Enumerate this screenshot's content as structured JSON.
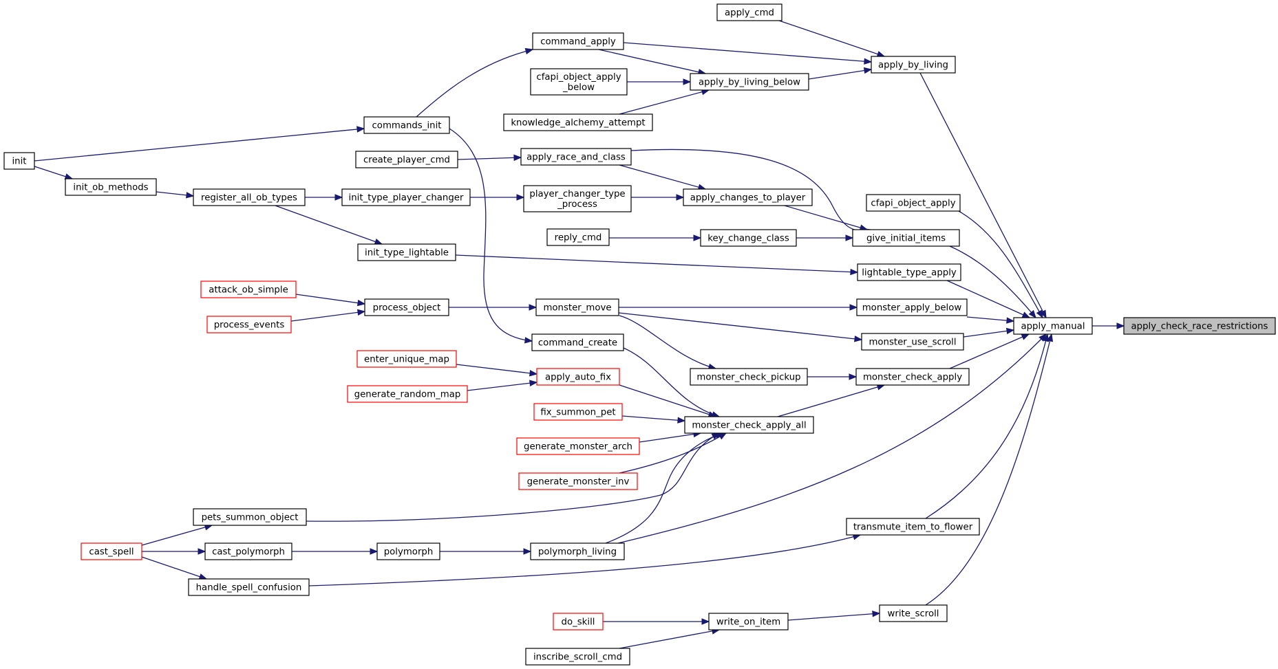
{
  "colors": {
    "edge": "#191970",
    "node_border": "#000000",
    "truncated_border": "#ff0000",
    "focus_fill": "#bfbfbf",
    "background": "#ffffff"
  },
  "nodes": [
    {
      "id": "apply_check_race_restrictions",
      "label": [
        "apply_check_race_restrictions"
      ]
    },
    {
      "id": "apply_manual",
      "label": [
        "apply_manual"
      ]
    },
    {
      "id": "apply_by_living",
      "label": [
        "apply_by_living"
      ]
    },
    {
      "id": "cfapi_object_apply",
      "label": [
        "cfapi_object_apply"
      ]
    },
    {
      "id": "give_initial_items",
      "label": [
        "give_initial_items"
      ]
    },
    {
      "id": "lightable_type_apply",
      "label": [
        "lightable_type_apply"
      ]
    },
    {
      "id": "monster_apply_below",
      "label": [
        "monster_apply_below"
      ]
    },
    {
      "id": "monster_use_scroll",
      "label": [
        "monster_use_scroll"
      ]
    },
    {
      "id": "monster_check_apply",
      "label": [
        "monster_check_apply"
      ]
    },
    {
      "id": "transmute_item_to_flower",
      "label": [
        "transmute_item_to_flower"
      ]
    },
    {
      "id": "write_scroll",
      "label": [
        "write_scroll"
      ]
    },
    {
      "id": "apply_cmd",
      "label": [
        "apply_cmd"
      ]
    },
    {
      "id": "command_apply",
      "label": [
        "command_apply"
      ]
    },
    {
      "id": "apply_by_living_below",
      "label": [
        "apply_by_living_below"
      ]
    },
    {
      "id": "cfapi_object_apply_below",
      "label": [
        "cfapi_object_apply",
        "_below"
      ]
    },
    {
      "id": "knowledge_alchemy_attempt",
      "label": [
        "knowledge_alchemy_attempt"
      ]
    },
    {
      "id": "commands_init",
      "label": [
        "commands_init"
      ]
    },
    {
      "id": "init",
      "label": [
        "init"
      ]
    },
    {
      "id": "create_player_cmd",
      "label": [
        "create_player_cmd"
      ]
    },
    {
      "id": "apply_race_and_class",
      "label": [
        "apply_race_and_class"
      ]
    },
    {
      "id": "init_ob_methods",
      "label": [
        "init_ob_methods"
      ]
    },
    {
      "id": "register_all_ob_types",
      "label": [
        "register_all_ob_types"
      ]
    },
    {
      "id": "init_type_player_changer",
      "label": [
        "init_type_player_changer"
      ]
    },
    {
      "id": "player_changer_type_process",
      "label": [
        "player_changer_type",
        "_process"
      ]
    },
    {
      "id": "apply_changes_to_player",
      "label": [
        "apply_changes_to_player"
      ]
    },
    {
      "id": "reply_cmd",
      "label": [
        "reply_cmd"
      ]
    },
    {
      "id": "key_change_class",
      "label": [
        "key_change_class"
      ]
    },
    {
      "id": "init_type_lightable",
      "label": [
        "init_type_lightable"
      ]
    },
    {
      "id": "attack_ob_simple",
      "label": [
        "attack_ob_simple"
      ],
      "truncated": true
    },
    {
      "id": "process_events",
      "label": [
        "process_events"
      ],
      "truncated": true
    },
    {
      "id": "process_object",
      "label": [
        "process_object"
      ]
    },
    {
      "id": "monster_move",
      "label": [
        "monster_move"
      ]
    },
    {
      "id": "command_create",
      "label": [
        "command_create"
      ]
    },
    {
      "id": "enter_unique_map",
      "label": [
        "enter_unique_map"
      ],
      "truncated": true
    },
    {
      "id": "generate_random_map",
      "label": [
        "generate_random_map"
      ],
      "truncated": true
    },
    {
      "id": "apply_auto_fix",
      "label": [
        "apply_auto_fix"
      ],
      "truncated": true
    },
    {
      "id": "monster_check_pickup",
      "label": [
        "monster_check_pickup"
      ]
    },
    {
      "id": "fix_summon_pet",
      "label": [
        "fix_summon_pet"
      ],
      "truncated": true
    },
    {
      "id": "monster_check_apply_all",
      "label": [
        "monster_check_apply_all"
      ]
    },
    {
      "id": "generate_monster_arch",
      "label": [
        "generate_monster_arch"
      ],
      "truncated": true
    },
    {
      "id": "generate_monster_inv",
      "label": [
        "generate_monster_inv"
      ],
      "truncated": true
    },
    {
      "id": "pets_summon_object",
      "label": [
        "pets_summon_object"
      ]
    },
    {
      "id": "cast_spell",
      "label": [
        "cast_spell"
      ],
      "truncated": true
    },
    {
      "id": "cast_polymorph",
      "label": [
        "cast_polymorph"
      ]
    },
    {
      "id": "polymorph",
      "label": [
        "polymorph"
      ]
    },
    {
      "id": "polymorph_living",
      "label": [
        "polymorph_living"
      ]
    },
    {
      "id": "handle_spell_confusion",
      "label": [
        "handle_spell_confusion"
      ]
    },
    {
      "id": "do_skill",
      "label": [
        "do_skill"
      ],
      "truncated": true
    },
    {
      "id": "write_on_item",
      "label": [
        "write_on_item"
      ]
    },
    {
      "id": "inscribe_scroll_cmd",
      "label": [
        "inscribe_scroll_cmd"
      ]
    }
  ],
  "edges": [
    {
      "from": "apply_manual",
      "to": "apply_check_race_restrictions"
    },
    {
      "from": "apply_by_living",
      "to": "apply_manual"
    },
    {
      "from": "cfapi_object_apply",
      "to": "apply_manual"
    },
    {
      "from": "give_initial_items",
      "to": "apply_manual"
    },
    {
      "from": "lightable_type_apply",
      "to": "apply_manual"
    },
    {
      "from": "monster_apply_below",
      "to": "apply_manual"
    },
    {
      "from": "monster_use_scroll",
      "to": "apply_manual"
    },
    {
      "from": "monster_check_apply",
      "to": "apply_manual"
    },
    {
      "from": "polymorph_living",
      "to": "apply_manual"
    },
    {
      "from": "transmute_item_to_flower",
      "to": "apply_manual"
    },
    {
      "from": "write_scroll",
      "to": "apply_manual"
    },
    {
      "from": "apply_cmd",
      "to": "apply_by_living"
    },
    {
      "from": "command_apply",
      "to": "apply_by_living"
    },
    {
      "from": "apply_by_living_below",
      "to": "apply_by_living"
    },
    {
      "from": "command_apply",
      "to": "apply_by_living_below"
    },
    {
      "from": "cfapi_object_apply_below",
      "to": "apply_by_living_below"
    },
    {
      "from": "knowledge_alchemy_attempt",
      "to": "apply_by_living_below"
    },
    {
      "from": "commands_init",
      "to": "command_apply"
    },
    {
      "from": "init",
      "to": "commands_init"
    },
    {
      "from": "init",
      "to": "init_ob_methods"
    },
    {
      "from": "init_ob_methods",
      "to": "register_all_ob_types"
    },
    {
      "from": "register_all_ob_types",
      "to": "init_type_player_changer"
    },
    {
      "from": "register_all_ob_types",
      "to": "init_type_lightable"
    },
    {
      "from": "create_player_cmd",
      "to": "apply_race_and_class"
    },
    {
      "from": "apply_race_and_class",
      "to": "apply_changes_to_player"
    },
    {
      "from": "apply_race_and_class",
      "to": "give_initial_items"
    },
    {
      "from": "init_type_player_changer",
      "to": "player_changer_type_process"
    },
    {
      "from": "player_changer_type_process",
      "to": "apply_changes_to_player"
    },
    {
      "from": "apply_changes_to_player",
      "to": "give_initial_items"
    },
    {
      "from": "reply_cmd",
      "to": "key_change_class"
    },
    {
      "from": "key_change_class",
      "to": "give_initial_items"
    },
    {
      "from": "init_type_lightable",
      "to": "lightable_type_apply"
    },
    {
      "from": "attack_ob_simple",
      "to": "process_object"
    },
    {
      "from": "process_events",
      "to": "process_object"
    },
    {
      "from": "process_object",
      "to": "monster_move"
    },
    {
      "from": "monster_move",
      "to": "monster_apply_below"
    },
    {
      "from": "monster_move",
      "to": "monster_use_scroll"
    },
    {
      "from": "monster_move",
      "to": "monster_check_pickup"
    },
    {
      "from": "commands_init",
      "to": "command_create"
    },
    {
      "from": "command_create",
      "to": "monster_check_apply_all"
    },
    {
      "from": "enter_unique_map",
      "to": "apply_auto_fix"
    },
    {
      "from": "generate_random_map",
      "to": "apply_auto_fix"
    },
    {
      "from": "apply_auto_fix",
      "to": "monster_check_apply_all"
    },
    {
      "from": "monster_check_pickup",
      "to": "monster_check_apply"
    },
    {
      "from": "monster_check_apply_all",
      "to": "monster_check_apply"
    },
    {
      "from": "fix_summon_pet",
      "to": "monster_check_apply_all"
    },
    {
      "from": "generate_monster_arch",
      "to": "monster_check_apply_all"
    },
    {
      "from": "generate_monster_inv",
      "to": "monster_check_apply_all"
    },
    {
      "from": "pets_summon_object",
      "to": "monster_check_apply_all"
    },
    {
      "from": "polymorph_living",
      "to": "monster_check_apply_all"
    },
    {
      "from": "cast_spell",
      "to": "pets_summon_object"
    },
    {
      "from": "cast_spell",
      "to": "cast_polymorph"
    },
    {
      "from": "cast_spell",
      "to": "handle_spell_confusion"
    },
    {
      "from": "cast_polymorph",
      "to": "polymorph"
    },
    {
      "from": "polymorph",
      "to": "polymorph_living"
    },
    {
      "from": "handle_spell_confusion",
      "to": "transmute_item_to_flower"
    },
    {
      "from": "do_skill",
      "to": "write_on_item"
    },
    {
      "from": "inscribe_scroll_cmd",
      "to": "write_on_item"
    },
    {
      "from": "write_on_item",
      "to": "write_scroll"
    }
  ]
}
